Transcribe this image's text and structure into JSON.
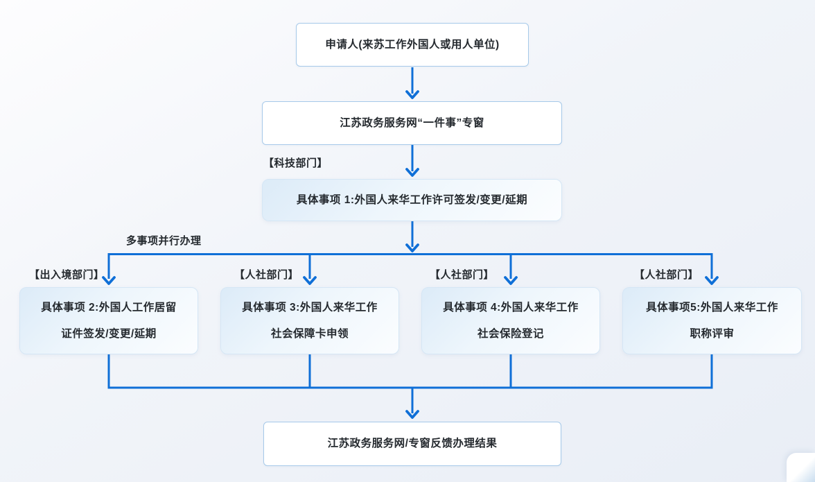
{
  "colors": {
    "accent_blue": "#0f6fd7",
    "plain_box_border": "#a6c9e9",
    "gradient_box_top": "#dcebf8",
    "text": "#24292e"
  },
  "flow": {
    "applicant": {
      "label": "申请人(来苏工作外国人或用人单位)"
    },
    "portal": {
      "label": "江苏政务服务网“一件事”专窗"
    },
    "tech_dept_label": "【科技部门】",
    "item1": {
      "label": "具体事项 1:外国人来华工作许可签发/变更/延期"
    },
    "parallel_note": "多事项并行办理",
    "branches": [
      {
        "dept": "【出入境部门】",
        "line1": "具体事项 2:外国人工作居留",
        "line2": "证件签发/变更/延期"
      },
      {
        "dept": "【人社部门】",
        "line1": "具体事项 3:外国人来华工作",
        "line2": "社会保障卡申领"
      },
      {
        "dept": "【人社部门】",
        "line1": "具体事项 4:外国人来华工作",
        "line2": "社会保险登记"
      },
      {
        "dept": "【人社部门】",
        "line1": "具体事项5:外国人来华工作",
        "line2": "职称评审"
      }
    ],
    "result": {
      "label": "江苏政务服务网/专窗反馈办理结果"
    }
  }
}
